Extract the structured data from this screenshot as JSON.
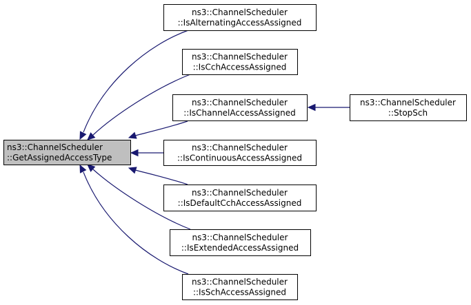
{
  "diagram": {
    "colors": {
      "edge": "#191970",
      "focus_fill": "#bfbfbf",
      "node_fill": "#ffffff",
      "border": "#000000"
    },
    "nodes": [
      {
        "id": "get-assigned-access-type",
        "line1": "ns3::ChannelScheduler",
        "line2": "::GetAssignedAccessType",
        "focus": true
      },
      {
        "id": "is-alternating-access-assigned",
        "line1": "ns3::ChannelScheduler",
        "line2": "::IsAlternatingAccessAssigned"
      },
      {
        "id": "is-cch-access-assigned",
        "line1": "ns3::ChannelScheduler",
        "line2": "::IsCchAccessAssigned"
      },
      {
        "id": "is-channel-access-assigned",
        "line1": "ns3::ChannelScheduler",
        "line2": "::IsChannelAccessAssigned"
      },
      {
        "id": "stop-sch",
        "line1": "ns3::ChannelScheduler",
        "line2": "::StopSch"
      },
      {
        "id": "is-continuous-access-assigned",
        "line1": "ns3::ChannelScheduler",
        "line2": "::IsContinuousAccessAssigned"
      },
      {
        "id": "is-default-cch-access-assigned",
        "line1": "ns3::ChannelScheduler",
        "line2": "::IsDefaultCchAccessAssigned"
      },
      {
        "id": "is-extended-access-assigned",
        "line1": "ns3::ChannelScheduler",
        "line2": "::IsExtendedAccessAssigned"
      },
      {
        "id": "is-sch-access-assigned",
        "line1": "ns3::ChannelScheduler",
        "line2": "::IsSchAccessAssigned"
      }
    ],
    "edges": [
      {
        "from": "is-alternating-access-assigned",
        "to": "get-assigned-access-type"
      },
      {
        "from": "is-cch-access-assigned",
        "to": "get-assigned-access-type"
      },
      {
        "from": "is-channel-access-assigned",
        "to": "get-assigned-access-type"
      },
      {
        "from": "is-continuous-access-assigned",
        "to": "get-assigned-access-type"
      },
      {
        "from": "is-default-cch-access-assigned",
        "to": "get-assigned-access-type"
      },
      {
        "from": "is-extended-access-assigned",
        "to": "get-assigned-access-type"
      },
      {
        "from": "is-sch-access-assigned",
        "to": "get-assigned-access-type"
      },
      {
        "from": "stop-sch",
        "to": "is-channel-access-assigned"
      }
    ]
  }
}
